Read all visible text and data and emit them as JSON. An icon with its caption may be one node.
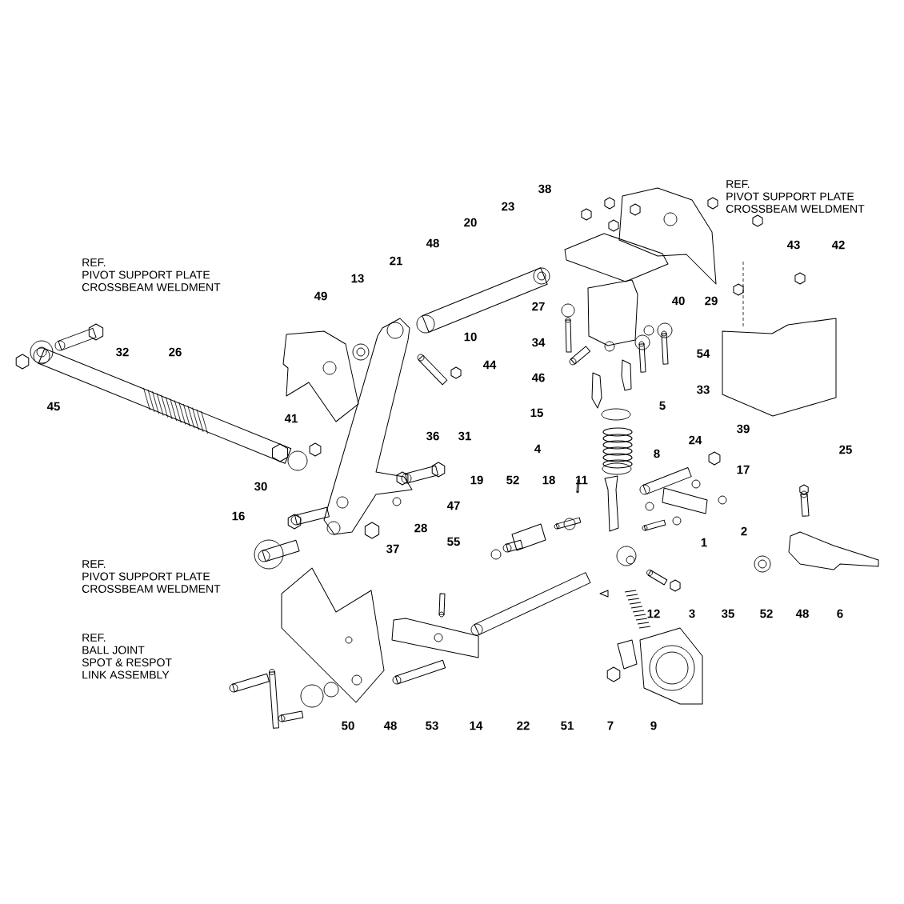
{
  "diagram": {
    "labels": [
      "38",
      "REF. PIVOT SUPPORT PLATE CROSSBEAM WELDMENT",
      "23",
      "20",
      "48",
      "43",
      "42",
      "REF. PIVOT SUPPORT PLATE CROSSBEAM WELDMENT",
      "21",
      "13",
      "49",
      "27",
      "40",
      "29",
      "10",
      "34",
      "32",
      "26",
      "54",
      "44",
      "46",
      "33",
      "45",
      "15",
      "5",
      "41",
      "39",
      "36",
      "31",
      "24",
      "4",
      "25",
      "8",
      "17",
      "19",
      "52",
      "18",
      "11",
      "30",
      "47",
      "16",
      "28",
      "2",
      "37",
      "55",
      "1",
      "REF. PIVOT SUPPORT PLATE CROSSBEAM WELDMENT",
      "12",
      "3",
      "35",
      "52",
      "48",
      "6",
      "REF. BALL JOINT SPOT & RESPOT LINK ASSEMBLY",
      "50",
      "48",
      "53",
      "14",
      "22",
      "51",
      "7",
      "9"
    ]
  }
}
